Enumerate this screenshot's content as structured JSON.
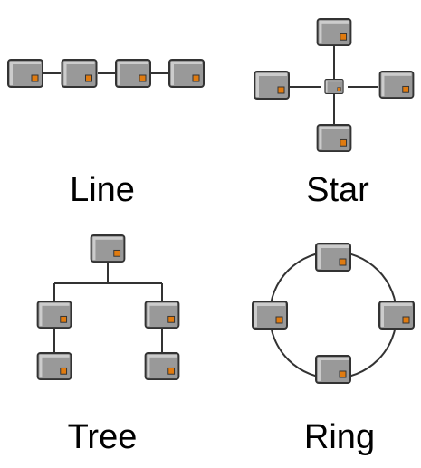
{
  "colors": {
    "node_fill": "#999999",
    "node_highlight": "#cccccc",
    "node_border": "#333333",
    "port": "#e07b10",
    "link": "#333333",
    "caption": "#000000"
  },
  "topologies": [
    {
      "id": "line",
      "label": "Line",
      "node_count": 4,
      "links": 3
    },
    {
      "id": "star",
      "label": "Star",
      "node_count": 4,
      "hub": 1,
      "links": 4
    },
    {
      "id": "tree",
      "label": "Tree",
      "node_count": 5,
      "links": 4
    },
    {
      "id": "ring",
      "label": "Ring",
      "node_count": 4,
      "links": 4
    }
  ]
}
